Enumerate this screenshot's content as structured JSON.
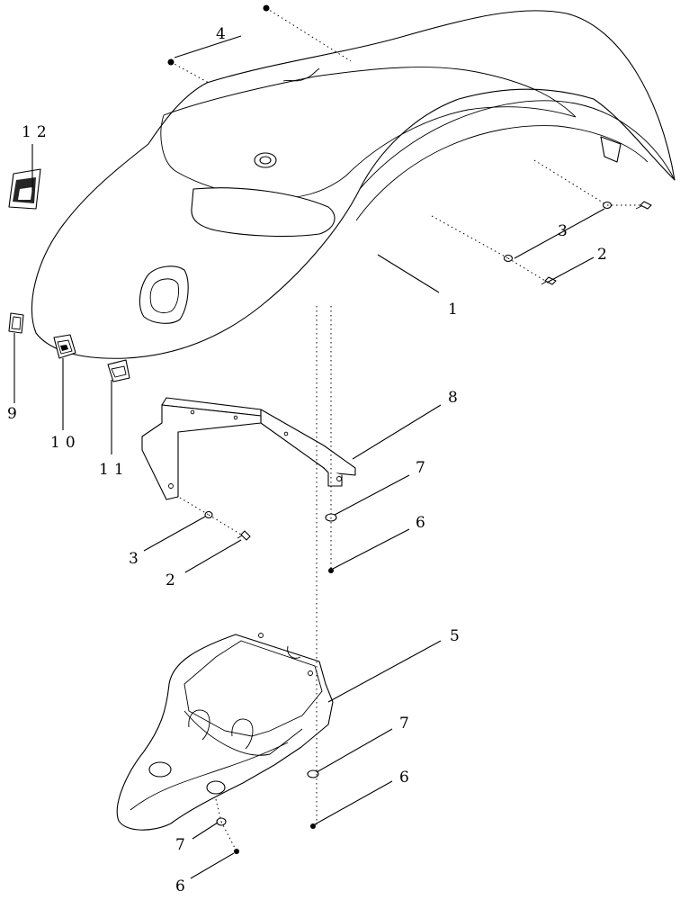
{
  "diagram": {
    "callouts": {
      "c1": "1",
      "c2a": "2",
      "c2b": "2",
      "c3a": "3",
      "c3b": "3",
      "c4": "4",
      "c5": "5",
      "c6a": "6",
      "c6b": "6",
      "c6c": "6",
      "c7a": "7",
      "c7b": "7",
      "c7c": "7",
      "c8": "8",
      "c9": "9",
      "c10": "10",
      "c11": "11",
      "c12": "12"
    }
  }
}
